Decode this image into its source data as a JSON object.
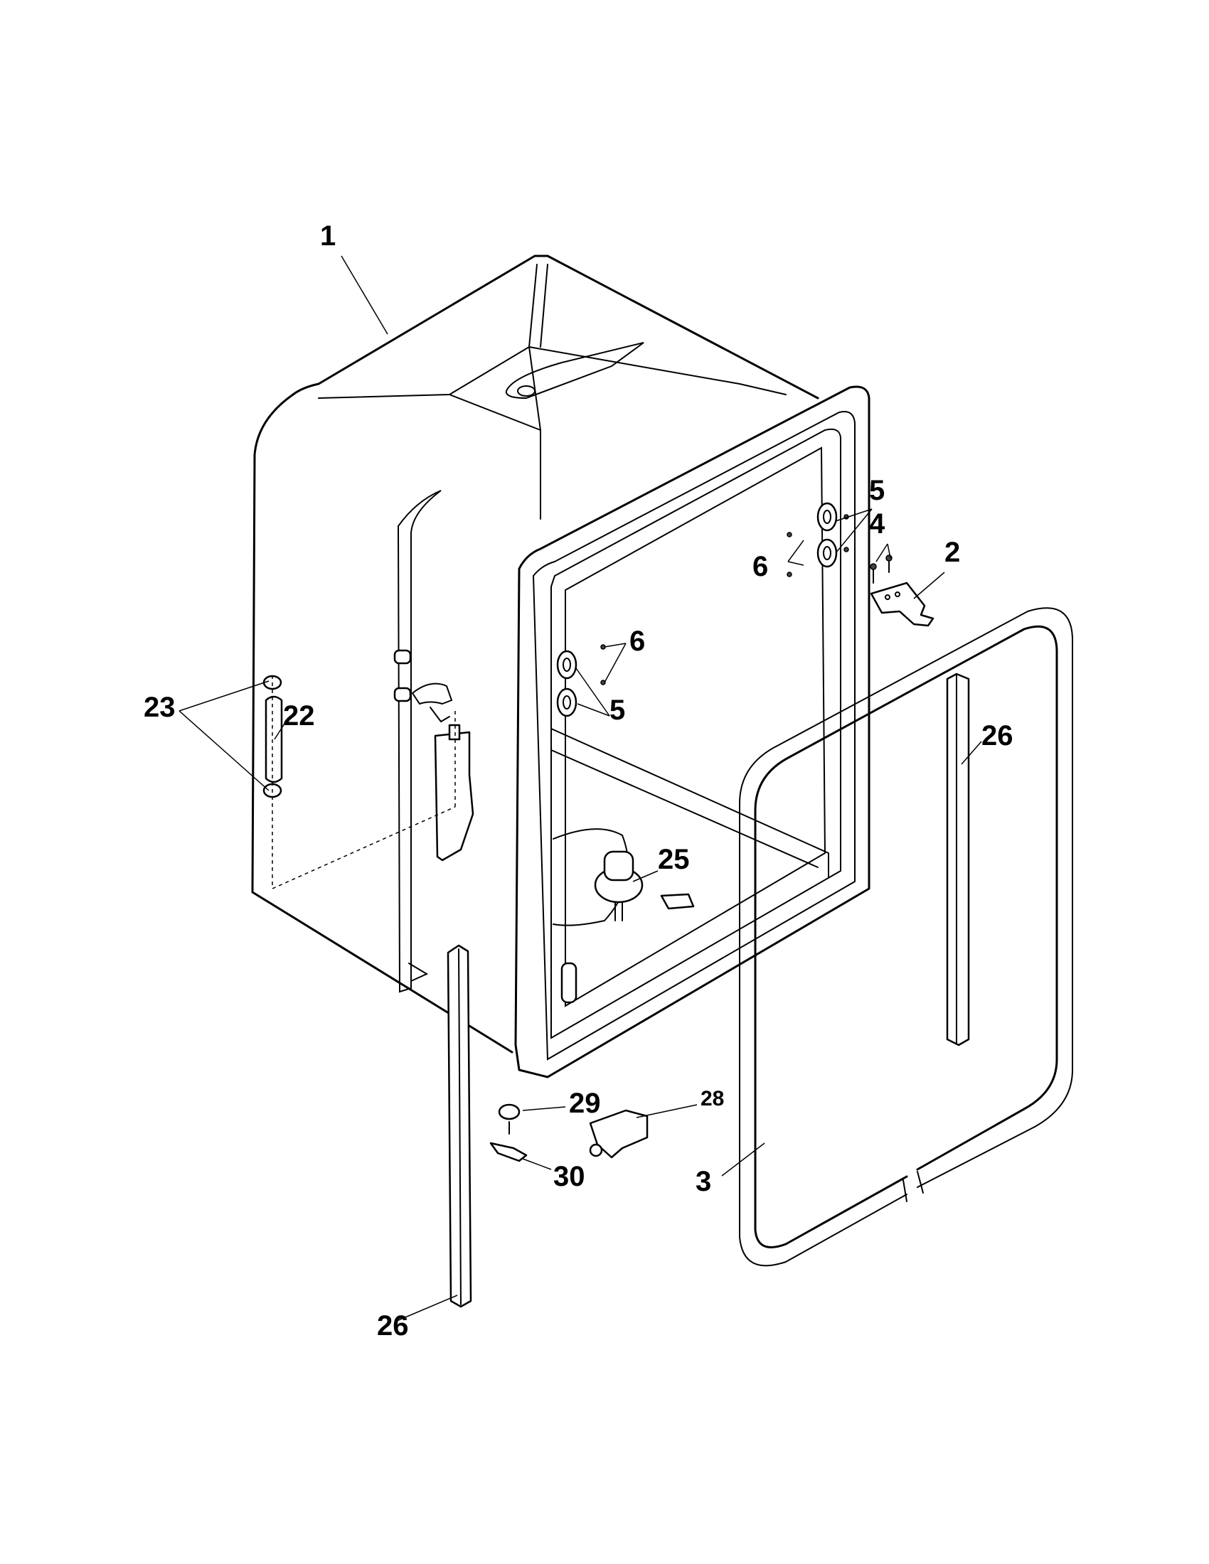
{
  "callouts": {
    "c1": "1",
    "c2": "2",
    "c3": "3",
    "c4": "4",
    "c5a": "5",
    "c5b": "5",
    "c6a": "6",
    "c6b": "6",
    "c22": "22",
    "c23": "23",
    "c25": "25",
    "c26a": "26",
    "c26b": "26",
    "c28": "28",
    "c29": "29",
    "c30": "30"
  }
}
